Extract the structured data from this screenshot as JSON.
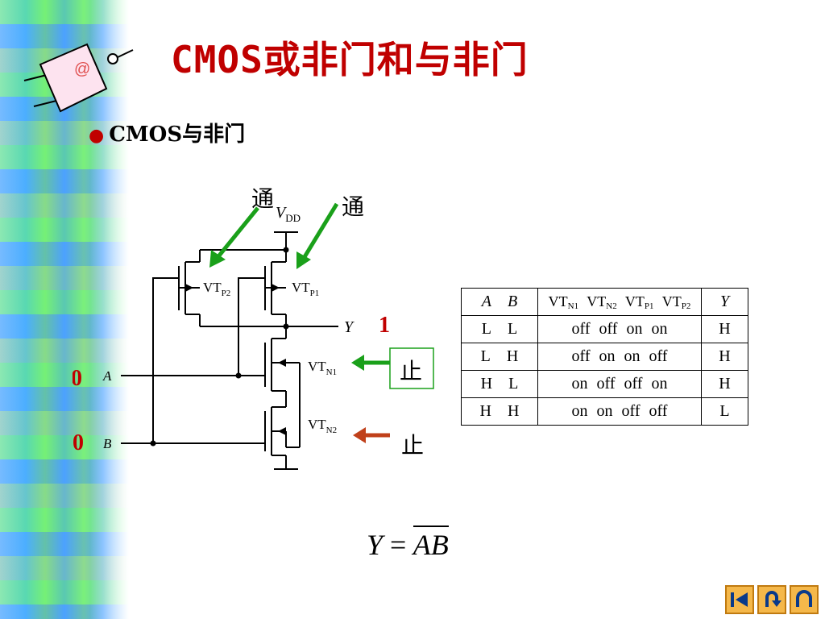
{
  "title": "CMOS或非门和与非门",
  "bullet": "CMOS与非门",
  "logo_text": "@",
  "circuit": {
    "vdd_main": "V",
    "vdd_sub": "DD",
    "vtp2_main": "VT",
    "vtp2_sub": "P2",
    "vtp1_main": "VT",
    "vtp1_sub": "P1",
    "vtn1_main": "VT",
    "vtn1_sub": "N1",
    "vtn2_main": "VT",
    "vtn2_sub": "N2",
    "y_label": "Y",
    "a_label": "A",
    "b_label": "B",
    "a_value": "0",
    "b_value": "0",
    "y_value": "1",
    "tong_left": "通",
    "tong_right": "通",
    "zhi_top": "止",
    "zhi_bottom": "止",
    "colors": {
      "green_arrow": "#1aa01a",
      "orange_arrow": "#c0401a",
      "red_value": "#c00000"
    }
  },
  "truth_table": {
    "header": {
      "a": "A",
      "b": "B",
      "n1": "VT",
      "n1_sub": "N1",
      "n2": "VT",
      "n2_sub": "N2",
      "p1": "VT",
      "p1_sub": "P1",
      "p2": "VT",
      "p2_sub": "P2",
      "y": "Y"
    },
    "rows": [
      {
        "a": "L",
        "b": "L",
        "states": "off off on on",
        "y": "H"
      },
      {
        "a": "L",
        "b": "H",
        "states": "off on on off",
        "y": "H"
      },
      {
        "a": "H",
        "b": "L",
        "states": "on off off on",
        "y": "H"
      },
      {
        "a": "H",
        "b": "H",
        "states": "on on off off",
        "y": "L"
      }
    ]
  },
  "formula": {
    "lhs": "Y",
    "eq": "=",
    "rhs": "AB"
  },
  "nav": [
    "back-icon",
    "return-icon",
    "home-icon"
  ]
}
